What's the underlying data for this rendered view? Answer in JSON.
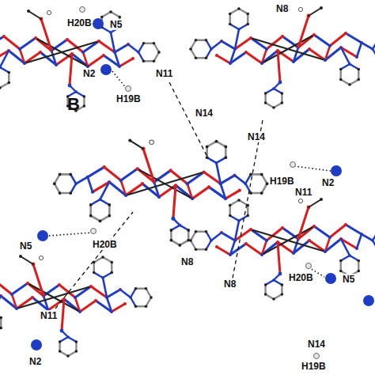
{
  "diagram": {
    "labels": [
      "H20B",
      "N5",
      "N8",
      "N2",
      "H19B",
      "N11",
      "B",
      "N14",
      "N14",
      "H19B",
      "N2",
      "N11",
      "N5",
      "H20B",
      "N8",
      "N11",
      "N8",
      "H20B",
      "N5",
      "N2",
      "N14",
      "H19B"
    ]
  }
}
